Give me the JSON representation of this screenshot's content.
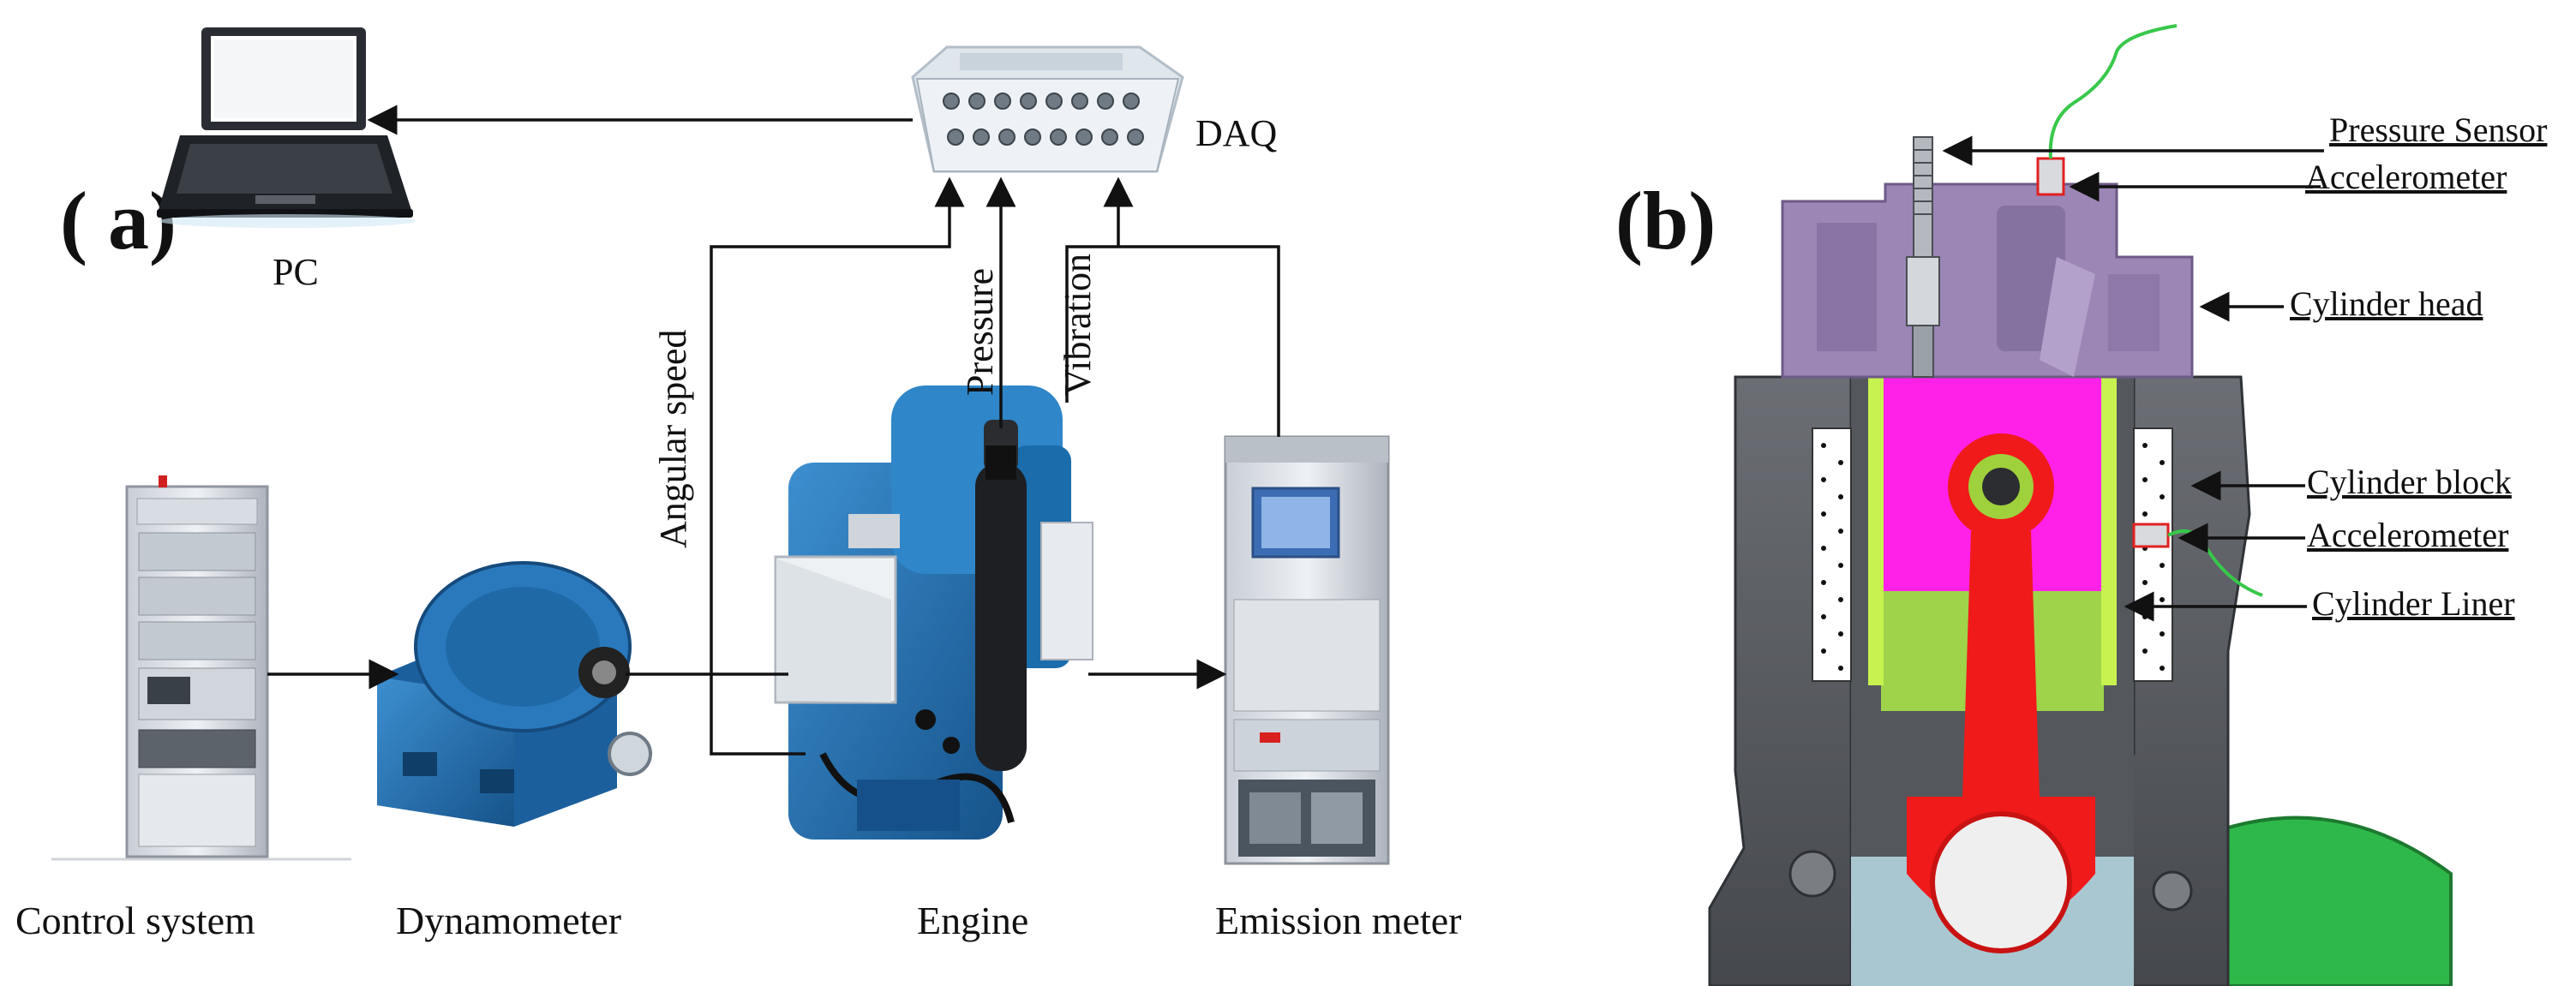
{
  "panel_a": {
    "label": "( a)",
    "components": {
      "pc": "PC",
      "daq": "DAQ",
      "control_system": "Control system",
      "dynamometer": "Dynamometer",
      "engine": "Engine",
      "emission_meter": "Emission meter"
    },
    "signals": {
      "angular_speed": "Angular speed",
      "pressure": "Pressure",
      "vibration": "Vibration"
    }
  },
  "panel_b": {
    "label": "(b)",
    "callouts": {
      "pressure_sensor": "Pressure Sensor",
      "accelerometer_top": "Accelerometer",
      "cylinder_head": "Cylinder head",
      "cylinder_block": "Cylinder block",
      "accelerometer_side": "Accelerometer",
      "cylinder_liner": "Cylinder Liner"
    }
  },
  "colors": {
    "arrow": "#111111",
    "equipment_blue": "#1d6fb0",
    "cylinder_head": "#9b86b6",
    "block_gray": "#5a5d62",
    "liner_magenta": "#ff21e8",
    "liner_green": "#a6e63a",
    "rod_red": "#f01a1a",
    "flywheel_green": "#2fb84a",
    "sensor_box": "#e02020",
    "wire_green": "#37c84a"
  }
}
